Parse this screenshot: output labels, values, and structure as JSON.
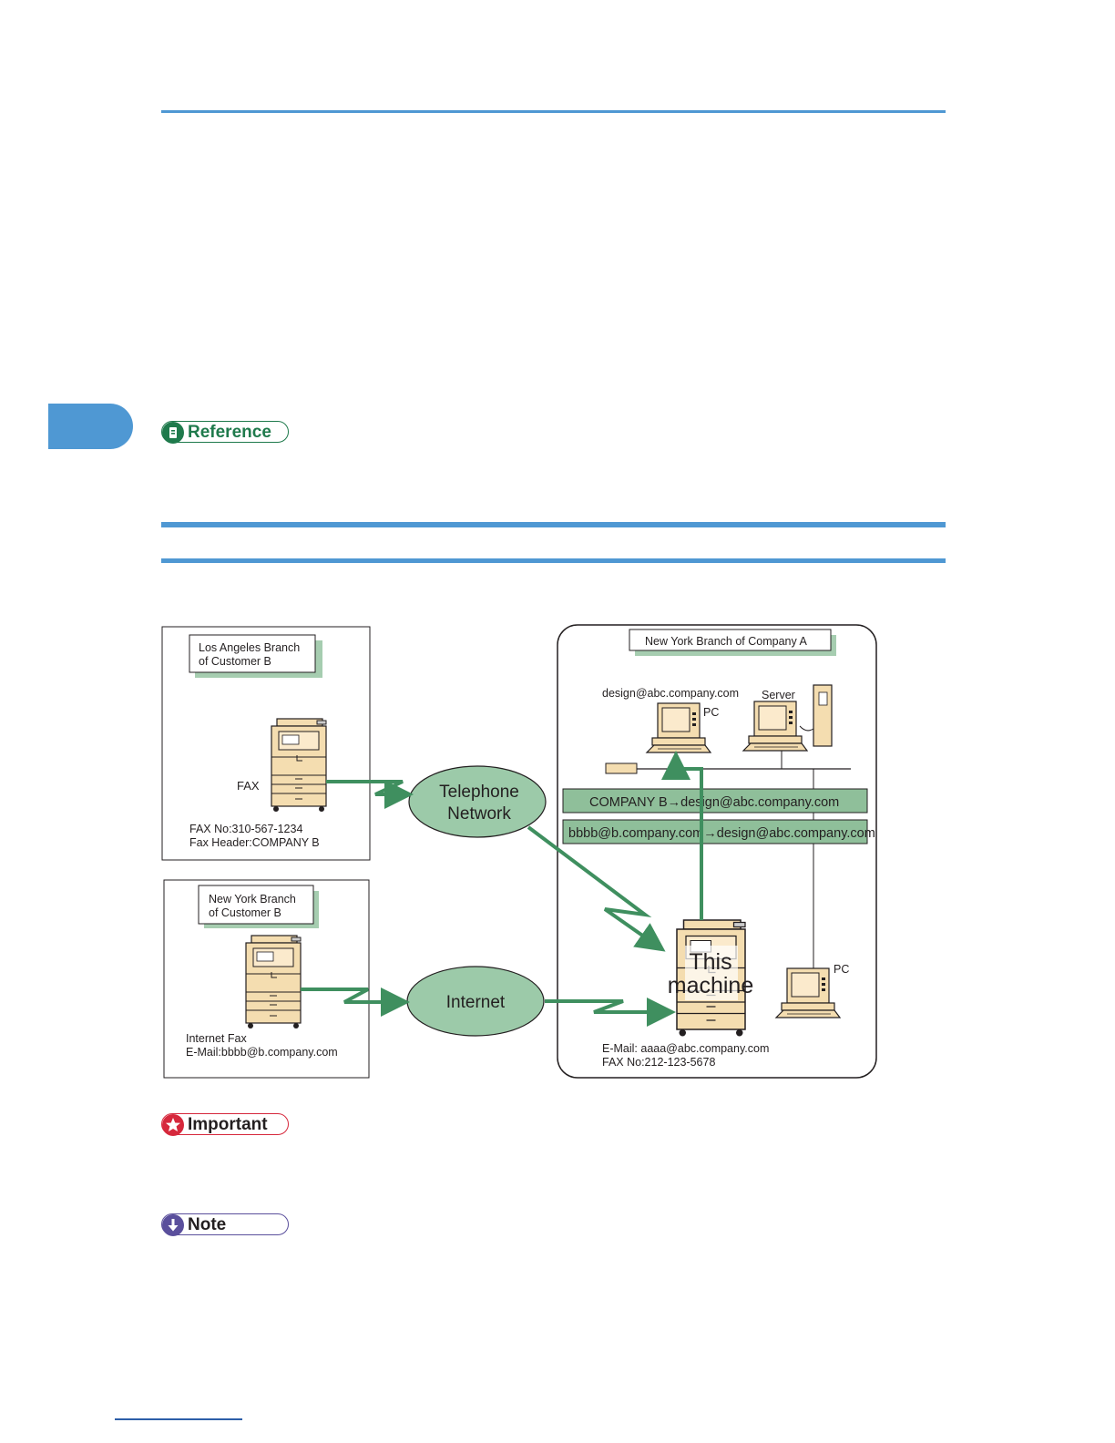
{
  "badges": {
    "reference": "Reference",
    "important": "Important",
    "note": "Note"
  },
  "colors": {
    "rule_blue": "#4f98d3",
    "reference_green": "#1f7a4c",
    "important_red": "#d6283c",
    "note_purple": "#5a4f9c",
    "arrow_green": "#3f8f5f",
    "ellipse_green": "#9ccaa9",
    "label_bar_green": "#8fbf9a",
    "machine_beige": "#f4ddb0"
  },
  "diagram": {
    "la_branch": {
      "label_line1": "Los Angeles Branch",
      "label_line2": "of Customer B",
      "device_label": "FAX",
      "info_line1": "FAX No:310-567-1234",
      "info_line2": "Fax Header:COMPANY B"
    },
    "ny_customer": {
      "label_line1": "New York Branch",
      "label_line2": "of Customer B",
      "info_line1": "Internet Fax",
      "info_line2": "E-Mail:bbbb@b.company.com"
    },
    "company_a": {
      "label": "New York Branch of Company A",
      "pc_email": "design@abc.company.com",
      "pc_label": "PC",
      "server_label": "Server",
      "route1": "COMPANY B→design@abc.company.com",
      "route2": "bbbb@b.company.com→design@abc.company.com",
      "machine_line1": "This",
      "machine_line2": "machine",
      "pc2_label": "PC",
      "machine_email": "E-Mail:  aaaa@abc.company.com",
      "machine_fax": "FAX No:212-123-5678"
    },
    "network_telephone_line1": "Telephone",
    "network_telephone_line2": "Network",
    "network_internet": "Internet"
  }
}
